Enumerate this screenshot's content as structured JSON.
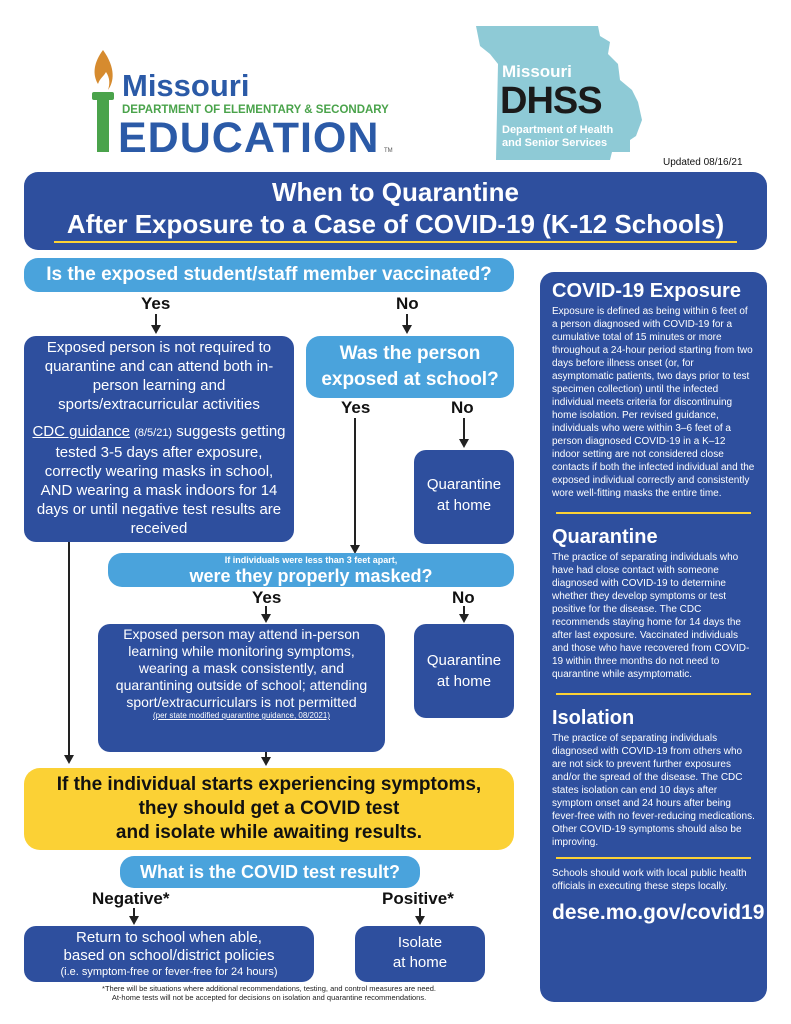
{
  "logos": {
    "dese_state": "Missouri",
    "dese_dept": "DEPARTMENT OF ELEMENTARY & SECONDARY",
    "dese_main": "EDUCATION",
    "dese_tm": "TM",
    "dhss_state": "Missouri",
    "dhss_main": "DHSS",
    "dhss_sub1": "Department of Health",
    "dhss_sub2": "and Senior Services"
  },
  "updated": "Updated 08/16/21",
  "title": {
    "line1": "When to Quarantine",
    "line2": "After Exposure to a Case of COVID-19 (K-12 Schools)"
  },
  "flow": {
    "q1": "Is the exposed student/staff member vaccinated?",
    "q1_yes": "Yes",
    "q1_no": "No",
    "vacc_box_1": "Exposed person is not required to quarantine and can attend both in-person learning and sports/extracurricular activities",
    "vacc_box_cdc_link": "CDC guidance",
    "vacc_box_cdc_date": "(8/5/21)",
    "vacc_box_2": "suggests getting tested 3-5 days after exposure, correctly wearing masks in school, AND wearing a mask indoors for 14 days or until negative test results are received",
    "q2": "Was the person exposed at school?",
    "q2_yes": "Yes",
    "q2_no": "No",
    "q2_no_result": "Quarantine at home",
    "q3_small": "If individuals were less than 3 feet apart,",
    "q3": "were they properly masked?",
    "q3_yes": "Yes",
    "q3_no": "No",
    "q3_yes_box": "Exposed person may attend in-person learning while monitoring symptoms, wearing a mask consistently, and quarantining outside of school; attending sport/extracurriculars is not permitted",
    "q3_yes_note": "(per state modified quarantine guidance, 08/2021)",
    "q3_no_result": "Quarantine at home",
    "symptoms_1": "If the individual starts experiencing symptoms,",
    "symptoms_2": "they should get a COVID test",
    "symptoms_3": "and isolate while awaiting results.",
    "q4": "What is the COVID test result?",
    "q4_neg": "Negative*",
    "q4_pos": "Positive*",
    "neg_box_1": "Return to school when able,",
    "neg_box_2": "based on school/district policies",
    "neg_box_3": "(i.e. symptom-free or fever-free for 24 hours)",
    "pos_box_1": "Isolate",
    "pos_box_2": "at home",
    "footnote_1": "*There will be situations where additional recommendations, testing, and control measures are need.",
    "footnote_2": "At-home tests will not be accepted for decisions on isolation and quarantine recommendations."
  },
  "sidebar": {
    "exposure_title": "COVID-19 Exposure",
    "exposure_text": "Exposure is defined as being within 6 feet of a person diagnosed with COVID-19 for a cumulative total of 15 minutes or more throughout a 24-hour period starting from two days before illness onset (or, for asymptomatic patients, two days prior to test specimen collection) until the infected individual meets criteria for discontinuing home isolation. Per revised guidance, individuals who were within 3–6 feet of a person diagnosed COVID-19 in a K–12 indoor setting are not considered close contacts if both the infected individual and the exposed individual correctly and consistently wore well-fitting masks the entire time.",
    "quarantine_title": "Quarantine",
    "quarantine_text": "The practice of separating individuals who have had close contact with someone diagnosed with COVID-19 to determine whether they develop symptoms or test positive for the disease. The CDC recommends staying home for 14 days the after last exposure. Vaccinated individuals and those who have recovered from COVID-19 within three months do not need to quarantine while asymptomatic.",
    "isolation_title": "Isolation",
    "isolation_text": "The practice of separating individuals diagnosed with COVID-19 from others who are not sick to prevent further exposures and/or the spread of the disease. The CDC states isolation can end 10 days after symptom onset and 24 hours after being fever-free with no fever-reducing medications. Other COVID-19 symptoms should also be improving.",
    "local_text": "Schools should work with local public health officials in executing these steps locally.",
    "url": "dese.mo.gov/covid19"
  },
  "colors": {
    "dark_blue": "#2e4f9e",
    "light_blue": "#4aa3dc",
    "yellow": "#fbd135",
    "dese_green": "#4aa34b",
    "dese_blue": "#2b5aa7",
    "map_teal": "#8ecad6"
  }
}
